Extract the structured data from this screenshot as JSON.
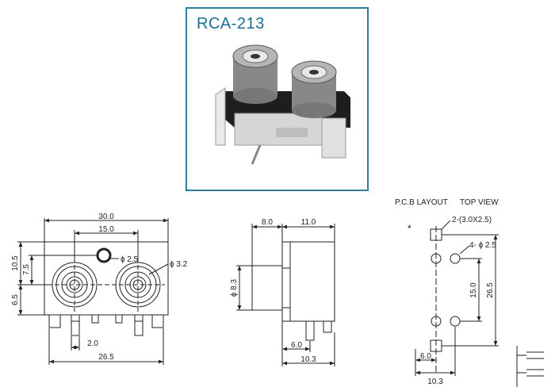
{
  "product": {
    "title": "RCA-213"
  },
  "pcb": {
    "heading": "P.C.B LAYOUT",
    "view": "TOP VIEW",
    "star": "*"
  },
  "front_view": {
    "width_overall": "30.0",
    "spacing": "15.0",
    "hole_dia": "ɸ 2.5",
    "jack_dia": "ɸ 3.2",
    "height_upper": "10.5",
    "height_inner": "7.5",
    "height_lower": "6.5",
    "pin_pitch": "2.0",
    "width_base": "26.5"
  },
  "side_view": {
    "depth_front": "8.0",
    "depth_body": "11.0",
    "barrel_dia": "ɸ 8.3",
    "pin_offset": "6.0",
    "total_depth": "10.3"
  },
  "pcb_layout": {
    "pad_label": "2-(3.0X2.5)",
    "hole_label": "4- ɸ 2.5",
    "spacing": "15.0",
    "height": "26.5",
    "offset": "6.0",
    "width": "10.3"
  }
}
